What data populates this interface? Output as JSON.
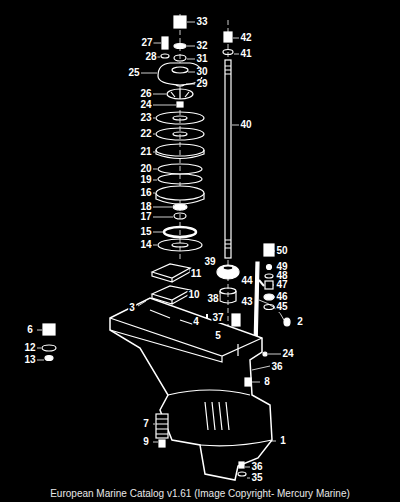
{
  "diagram": {
    "caption": "European Marine Catalog v1.61 (Image Copyright- Mercury Marine)",
    "labels": [
      "33",
      "42",
      "27",
      "32",
      "28",
      "31",
      "41",
      "25",
      "30",
      "29",
      "26",
      "24",
      "23",
      "40",
      "22",
      "21",
      "20",
      "19",
      "16",
      "18",
      "17",
      "15",
      "14",
      "50",
      "49",
      "48",
      "47",
      "39",
      "11",
      "44",
      "46",
      "45",
      "10",
      "38",
      "43",
      "3",
      "37",
      "4",
      "2",
      "6",
      "5",
      "12",
      "24",
      "36",
      "13",
      "8",
      "1",
      "7",
      "9",
      "36",
      "35"
    ]
  }
}
